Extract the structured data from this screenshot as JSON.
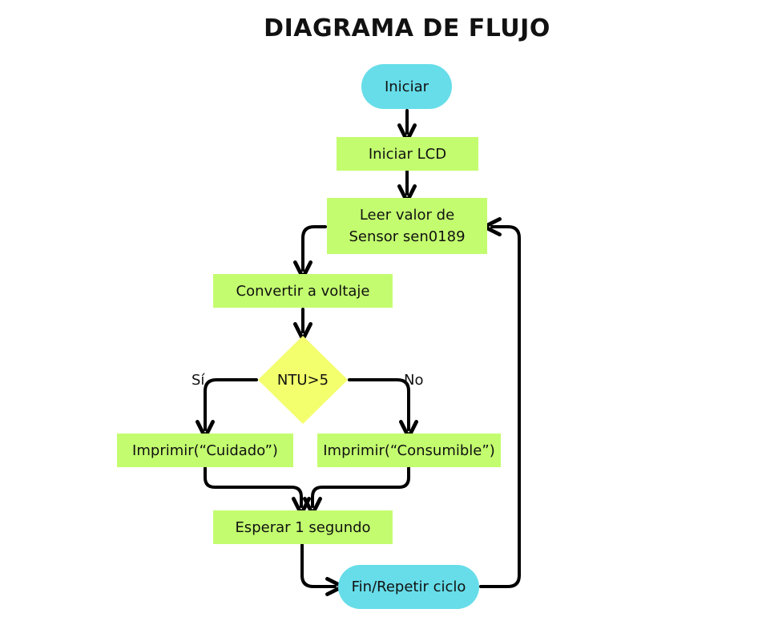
{
  "title": "DIAGRAMA DE FLUJO",
  "colors": {
    "terminal": "#67dde9",
    "process": "#c3fd6f",
    "decision": "#f3ff6c",
    "connector": "#000000"
  },
  "nodes": {
    "start": "Iniciar",
    "init_lcd": "Iniciar LCD",
    "read_sensor_line1": "Leer valor de",
    "read_sensor_line2": "Sensor sen0189",
    "convert": "Convertir a voltaje",
    "decision": "NTU>5",
    "print_yes": "Imprimir(“Cuidado”)",
    "print_no": "Imprimir(“Consumible”)",
    "wait": "Esperar 1 segundo",
    "end": "Fin/Repetir ciclo"
  },
  "branch_labels": {
    "yes": "Sí",
    "no": "No"
  }
}
